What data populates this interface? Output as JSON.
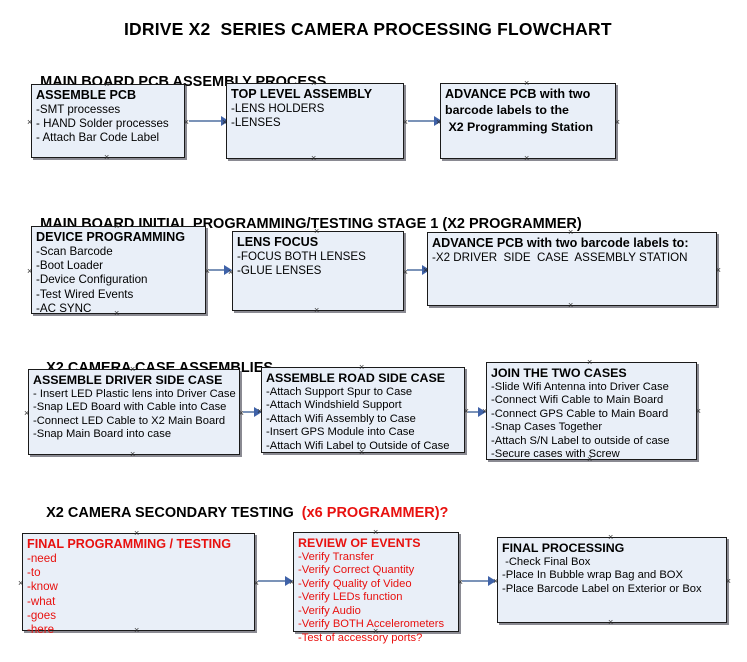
{
  "document": {
    "title": "IDRIVE X2  SERIES CAMERA PROCESSING FLOWCHART"
  },
  "sections": [
    {
      "heading": "MAIN BOARD PCB ASSEMBLY PROCESS",
      "heading_accent": "",
      "nodes": [
        {
          "title": "ASSEMBLE PCB",
          "lines": [
            "-SMT processes",
            "- HAND Solder processes",
            "- Attach Bar Code Label"
          ]
        },
        {
          "title": "TOP LEVEL ASSEMBLY",
          "lines": [
            "-LENS HOLDERS",
            "-LENSES"
          ]
        },
        {
          "title": "ADVANCE PCB with two",
          "lines": [
            "barcode labels to the",
            " X2 Programming Station"
          ]
        }
      ]
    },
    {
      "heading": "MAIN BOARD INITIAL PROGRAMMING/TESTING STAGE 1 (X2 PROGRAMMER)",
      "heading_accent": "",
      "nodes": [
        {
          "title": "DEVICE PROGRAMMING",
          "lines": [
            "-Scan Barcode",
            "-Boot Loader",
            "-Device Configuration",
            "-Test Wired Events",
            "-AC SYNC"
          ]
        },
        {
          "title": "LENS FOCUS",
          "lines": [
            "-FOCUS BOTH LENSES",
            "-GLUE LENSES"
          ]
        },
        {
          "title": "ADVANCE PCB with two barcode labels to:",
          "lines": [
            "-X2 DRIVER  SIDE  CASE  ASSEMBLY STATION"
          ]
        }
      ]
    },
    {
      "heading": "X2 CAMERA CASE ASSEMBLIES",
      "heading_accent": "",
      "nodes": [
        {
          "title": "ASSEMBLE DRIVER SIDE CASE",
          "lines": [
            "- Insert LED Plastic lens into Driver Case",
            "-Snap LED Board with Cable into Case",
            "-Connect LED Cable to X2 Main Board",
            "-Snap Main Board into case"
          ]
        },
        {
          "title": "ASSEMBLE ROAD SIDE CASE",
          "lines": [
            "-Attach Support Spur to Case",
            "-Attach Windshield Support",
            "-Attach Wifi Assembly to Case",
            "-Insert GPS Module into Case",
            "-Attach Wifi Label to Outside of Case"
          ]
        },
        {
          "title": "JOIN THE TWO CASES",
          "lines": [
            "-Slide Wifi Antenna into Driver Case",
            "-Connect Wifi Cable to Main Board",
            "-Connect GPS Cable to Main Board",
            "-Snap Cases Together",
            "-Attach S/N Label to outside of case",
            "-Secure cases with Screw"
          ]
        }
      ]
    },
    {
      "heading": "X2 CAMERA SECONDARY TESTING ",
      "heading_accent": " (x6 PROGRAMMER)?",
      "nodes": [
        {
          "title": "FINAL PROGRAMMING / TESTING",
          "lines": [
            "-need",
            "-to",
            "-know",
            "-what",
            "-goes",
            "-here"
          ]
        },
        {
          "title": "REVIEW OF EVENTS",
          "lines": [
            "-Verify Transfer",
            "-Verify Correct Quantity",
            "-Verify Quality of Video",
            "-Verify LEDs function",
            "-Verify Audio",
            "-Verify BOTH Accelerometers",
            "-Test of accessory ports?"
          ]
        },
        {
          "title": "FINAL PROCESSING",
          "lines": [
            " -Check Final Box",
            "-Place In Bubble wrap Bag and BOX",
            "-Place Barcode Label on Exterior or Box"
          ]
        }
      ]
    }
  ],
  "colors": {
    "node_fill": "#e9eff8",
    "node_border": "#1a1a1a",
    "connector": "#7b93b8",
    "arrowhead": "#3f62a8",
    "accent_red": "#e8110f",
    "text": "#000000"
  }
}
